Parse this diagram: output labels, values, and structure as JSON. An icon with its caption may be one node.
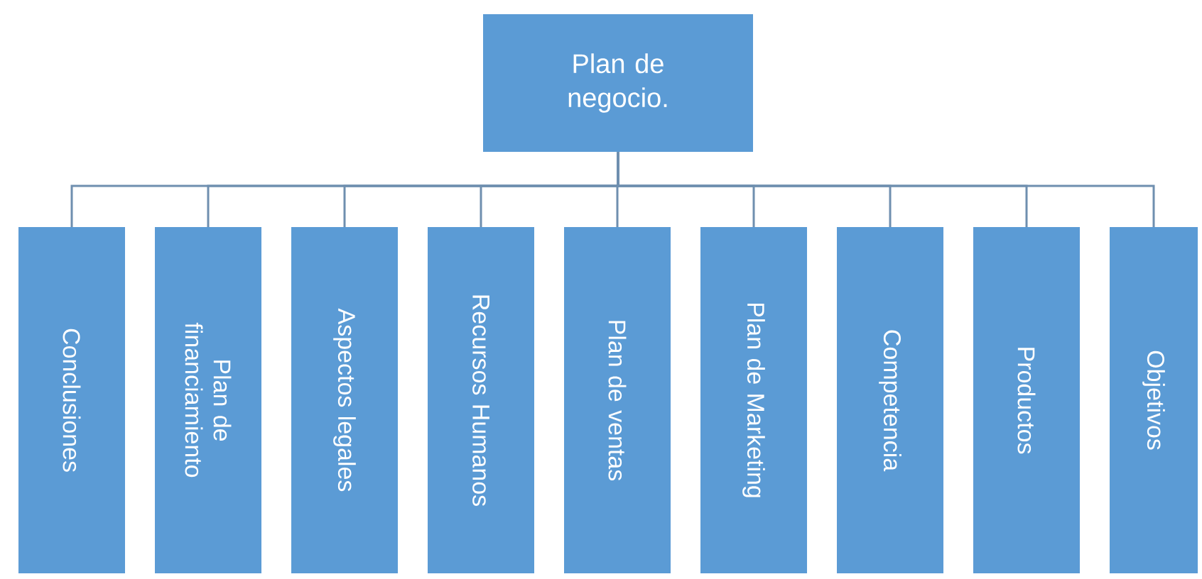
{
  "diagram": {
    "nodes": [
      {
        "text": [
          "Plan de negocio."
        ]
      },
      {
        "text": [
          "Conclusiones"
        ]
      },
      {
        "text": [
          "Plan de financiamiento"
        ]
      },
      {
        "text": [
          "Aspectos legales"
        ]
      },
      {
        "text": [
          "Recursos Humanos"
        ]
      },
      {
        "text": [
          "Plan de ventas"
        ]
      },
      {
        "text": [
          "Plan de Marketing"
        ]
      },
      {
        "text": [
          "Competencia"
        ]
      },
      {
        "text": [
          "Productos"
        ]
      },
      {
        "text": [
          "Objetivos"
        ]
      }
    ],
    "edges": [
      {
        "from": 0,
        "to": 1,
        "arrow": "none"
      },
      {
        "from": 0,
        "to": 2,
        "arrow": "none"
      },
      {
        "from": 0,
        "to": 3,
        "arrow": "none"
      },
      {
        "from": 0,
        "to": 4,
        "arrow": "none"
      },
      {
        "from": 0,
        "to": 5,
        "arrow": "none"
      },
      {
        "from": 0,
        "to": 6,
        "arrow": "none"
      },
      {
        "from": 0,
        "to": 7,
        "arrow": "none"
      },
      {
        "from": 0,
        "to": 8,
        "arrow": "none"
      },
      {
        "from": 0,
        "to": 9,
        "arrow": "none"
      }
    ]
  }
}
